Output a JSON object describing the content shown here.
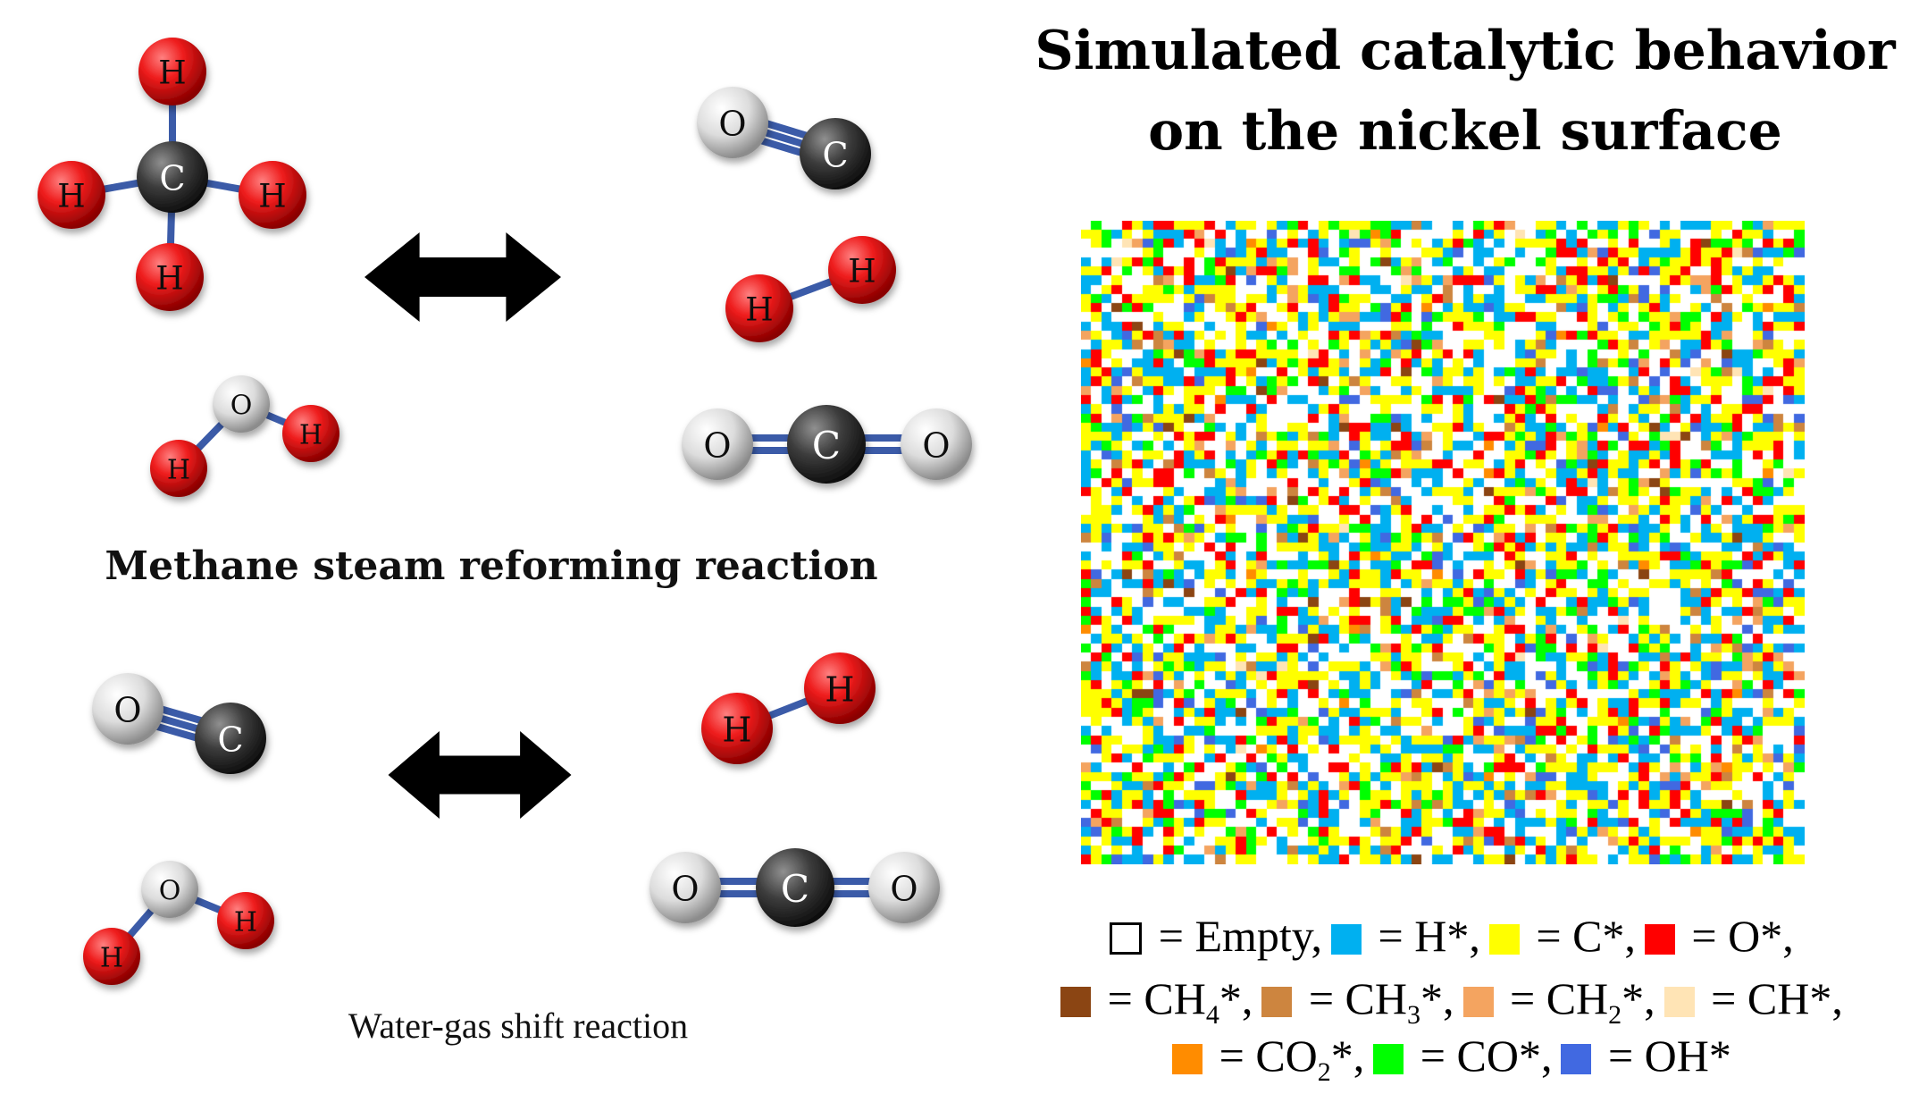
{
  "title": {
    "line1": "Simulated catalytic behavior",
    "line2": "on the nickel surface"
  },
  "captions": {
    "methane": "Methane steam reforming reaction",
    "water_gas": "Water-gas shift reaction"
  },
  "atom_labels": {
    "hydrogen": "H",
    "carbon": "C",
    "oxygen": "O"
  },
  "colors": {
    "hydrogen": "#ee1c1c",
    "carbon": "#3c3c3c",
    "oxygen": "#dcdcdc",
    "bond": "#3b5ba8",
    "arrow": "#000000"
  },
  "legend": [
    {
      "label": "Empty",
      "color": "#ffffff",
      "sub": "",
      "sep": ","
    },
    {
      "label": "H*",
      "color": "#00b0f0",
      "sub": "",
      "sep": ","
    },
    {
      "label": "C*",
      "color": "#ffff00",
      "sub": "",
      "sep": ","
    },
    {
      "label": "O*",
      "color": "#ff0000",
      "sub": "",
      "sep": ","
    },
    {
      "label": "CH",
      "color": "#8b4513",
      "sub": "4",
      "sep": "*,"
    },
    {
      "label": "CH",
      "color": "#cd853f",
      "sub": "3",
      "sep": "*,"
    },
    {
      "label": "CH",
      "color": "#f4a460",
      "sub": "2",
      "sep": "*,"
    },
    {
      "label": "CH*",
      "color": "#ffe4b5",
      "sub": "",
      "sep": ","
    },
    {
      "label": "CO",
      "color": "#ff8c00",
      "sub": "2",
      "sep": "*,"
    },
    {
      "label": "CO*",
      "color": "#00ff00",
      "sub": "",
      "sep": ","
    },
    {
      "label": "OH*",
      "color": "#4169e1",
      "sub": "",
      "sep": ""
    }
  ],
  "lattice": {
    "rows": 70,
    "cols": 70,
    "species_weights": [
      0.3,
      0.2,
      0.22,
      0.1,
      0.01,
      0.02,
      0.03,
      0.005,
      0.005,
      0.07,
      0.04
    ]
  }
}
